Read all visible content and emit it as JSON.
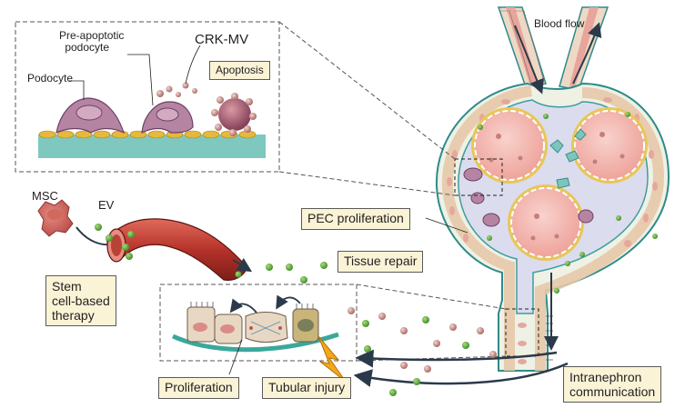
{
  "inset": {
    "podocyte": "Podocyte",
    "pre_apoptotic_line1": "Pre-apoptotic",
    "pre_apoptotic_line2": "podocyte",
    "crk_mv": "CRK-MV",
    "apoptosis": "Apoptosis"
  },
  "left": {
    "msc": "MSC",
    "ev": "EV",
    "therapy_line1": "Stem",
    "therapy_line2": "cell-based",
    "therapy_line3": "therapy"
  },
  "labels": {
    "blood_flow": "Blood flow",
    "pec_proliferation": "PEC proliferation",
    "tissue_repair": "Tissue repair",
    "proliferation": "Proliferation",
    "tubular_injury": "Tubular injury",
    "intranephron_line1": "Intranephron",
    "intranephron_line2": "communication"
  },
  "colors": {
    "box_fill": "#fbf3d6",
    "ev_green": "#5fa83a",
    "mv_pink": "#c98a86",
    "capillary_pink": "#f2b8b2",
    "vessel_red": "#b5332a",
    "epithelium_teal": "#7cc5bd",
    "capsule_lavender": "#dcdcef"
  }
}
